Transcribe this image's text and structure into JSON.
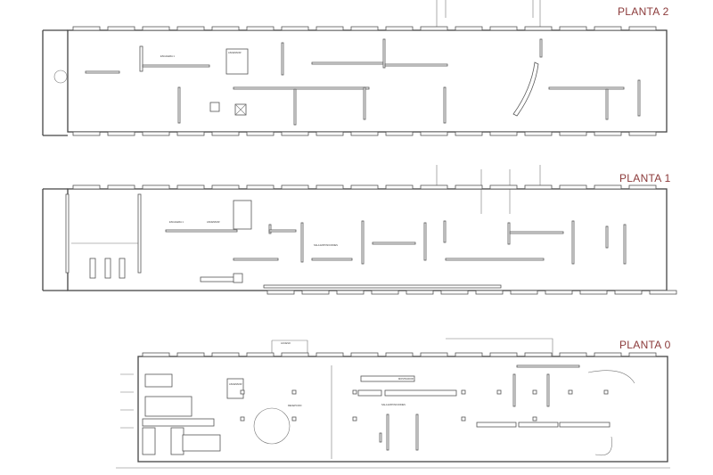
{
  "colors": {
    "title": "#8b3a3a",
    "walls": "#444444"
  },
  "floors": [
    {
      "title": "PLANTA 2",
      "labels": {
        "stairs": "ESCALERA 1",
        "elevator": "ASCENSOR"
      }
    },
    {
      "title": "PLANTA 1",
      "labels": {
        "stairs": "ESCALERA 1",
        "elevator": "ASCENSOR",
        "hall": "SALA EXPOSICIONES"
      }
    },
    {
      "title": "PLANTA 0",
      "labels": {
        "access": "ACCESO",
        "reception": "RECEPCION",
        "counter": "MOSTRADOR",
        "hall": "SALA EXPOSICIONES",
        "elevator": "ASCENSOR"
      }
    }
  ]
}
